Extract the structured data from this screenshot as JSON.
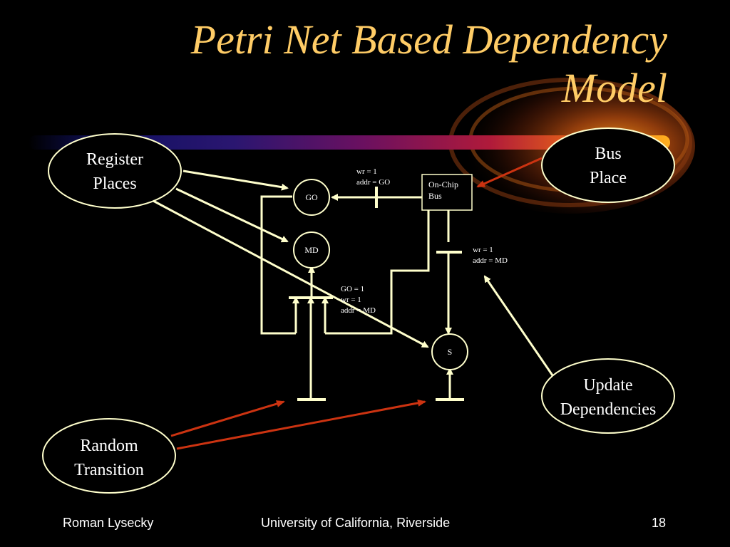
{
  "slide": {
    "title_line1": "Petri Net Based Dependency",
    "title_line2": "Model"
  },
  "callouts": {
    "register_places": [
      "Register",
      "Places"
    ],
    "bus_place": [
      "Bus",
      "Place"
    ],
    "update_dependencies": [
      "Update",
      "Dependencies"
    ],
    "random_transition": [
      "Random",
      "Transition"
    ]
  },
  "net": {
    "places": {
      "go": "GO",
      "md": "MD",
      "s": "S"
    },
    "bus_box": [
      "On-Chip",
      "Bus"
    ],
    "label_go_transition": [
      "wr = 1",
      "addr = GO"
    ],
    "label_md_transition": [
      "wr = 1",
      "addr = MD"
    ],
    "label_s_transition": [
      "GO = 1",
      "wr = 1",
      "addr = MD"
    ]
  },
  "footer": {
    "author": "Roman Lysecky",
    "institution": "University of California, Riverside",
    "page_number": "18"
  },
  "colors": {
    "title": "#ffcc66",
    "net_lines": "#ffffcc",
    "red_arrows": "#cc3311",
    "text": "#ffffff"
  }
}
